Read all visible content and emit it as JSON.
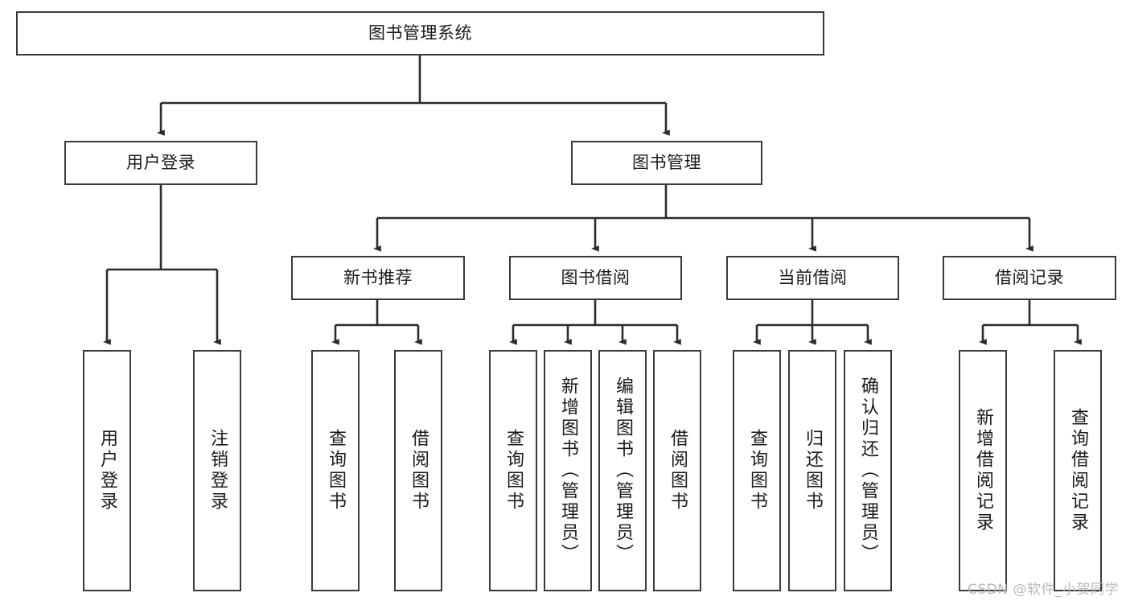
{
  "diagram": {
    "title": "图书管理系统",
    "type": "hierarchy-tree",
    "root": {
      "id": "root",
      "label": "图书管理系统",
      "orientation": "horizontal"
    },
    "level2": [
      {
        "id": "user-login",
        "label": "用户登录",
        "orientation": "horizontal"
      },
      {
        "id": "book-management",
        "label": "图书管理",
        "orientation": "horizontal"
      }
    ],
    "level3": [
      {
        "id": "new-book-recommend",
        "label": "新书推荐",
        "orientation": "horizontal",
        "parent": "book-management"
      },
      {
        "id": "book-borrow",
        "label": "图书借阅",
        "orientation": "horizontal",
        "parent": "book-management"
      },
      {
        "id": "current-borrow",
        "label": "当前借阅",
        "orientation": "horizontal",
        "parent": "book-management"
      },
      {
        "id": "borrow-record",
        "label": "借阅记录",
        "orientation": "horizontal",
        "parent": "book-management"
      }
    ],
    "leaves": [
      {
        "id": "leaf-user-login",
        "label": "用户登录",
        "orientation": "vertical",
        "parent": "user-login"
      },
      {
        "id": "leaf-logout-login",
        "label": "注销登录",
        "orientation": "vertical",
        "parent": "user-login"
      },
      {
        "id": "leaf-query-book-1",
        "label": "查询图书",
        "orientation": "vertical",
        "parent": "new-book-recommend"
      },
      {
        "id": "leaf-borrow-book-1",
        "label": "借阅图书",
        "orientation": "vertical",
        "parent": "new-book-recommend"
      },
      {
        "id": "leaf-query-book-2",
        "label": "查询图书",
        "orientation": "vertical",
        "parent": "book-borrow"
      },
      {
        "id": "leaf-add-book-admin",
        "label": "新增图书（管理员）",
        "orientation": "vertical",
        "parent": "book-borrow"
      },
      {
        "id": "leaf-edit-book-admin",
        "label": "编辑图书（管理员）",
        "orientation": "vertical",
        "parent": "book-borrow"
      },
      {
        "id": "leaf-borrow-book-2",
        "label": "借阅图书",
        "orientation": "vertical",
        "parent": "book-borrow"
      },
      {
        "id": "leaf-query-book-3",
        "label": "查询图书",
        "orientation": "vertical",
        "parent": "current-borrow"
      },
      {
        "id": "leaf-return-book",
        "label": "归还图书",
        "orientation": "vertical",
        "parent": "current-borrow"
      },
      {
        "id": "leaf-confirm-return-admin",
        "label": "确认归还（管理员）",
        "orientation": "vertical",
        "parent": "current-borrow"
      },
      {
        "id": "leaf-add-borrow-record",
        "label": "新增借阅记录",
        "orientation": "vertical",
        "parent": "borrow-record"
      },
      {
        "id": "leaf-query-borrow-record",
        "label": "查询借阅记录",
        "orientation": "vertical",
        "parent": "borrow-record"
      }
    ]
  },
  "watermark": {
    "text": "CSDN @软件_小贺同学"
  },
  "colors": {
    "box_border": "#3a3a3a",
    "box_fill": "#ffffff",
    "connector": "#2b2b2b",
    "text": "#1a1a1a",
    "watermark": "#b9b9b9",
    "background": "#ffffff"
  }
}
